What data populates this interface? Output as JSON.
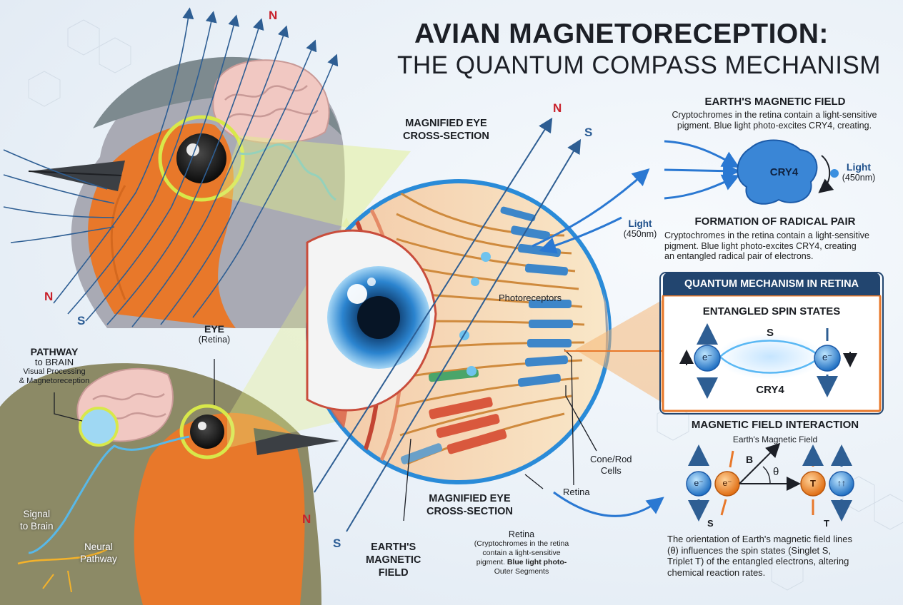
{
  "title": {
    "line1": "AVIAN MAGNETORECEPTION:",
    "line2": "THE QUANTUM COMPASS MECHANISM"
  },
  "axes": {
    "north": "N",
    "south": "S"
  },
  "eye_section": {
    "top_label": "MAGNIFIED EYE\nCROSS-SECTION",
    "bottom_label": "MAGNIFIED EYE\nCROSS-SECTION",
    "photoreceptors": "Photoreceptors",
    "cone_rod": "Cone/Rod\nCells",
    "retina": "Retina",
    "light_title": "Light",
    "light_nm": "(450nm)"
  },
  "bird_labels": {
    "eye_title": "EYE",
    "eye_sub": "(Retina)",
    "pathway_title": "PATHWAY",
    "pathway_to": "to BRAIN",
    "pathway_sub": "Visual Processing\n& Magnetoreception",
    "signal": "Signal\nto Brain",
    "neural": "Neural\nPathway"
  },
  "earth_field_label": "EARTH'S\nMAGNETIC\nFIELD",
  "retina_note": {
    "title": "Retina",
    "text_before": "(Cryptochromes in the retina\ncontain a light-sensitive\npigment. ",
    "text_bold": "Blue light photo-",
    "text_after": "\nOuter Segments"
  },
  "earth_field": {
    "heading": "EARTH'S MAGNETIC FIELD",
    "text": "Cryptochromes in the retina contain a light-sensitive\npigment. Blue light photo-excites CRY4, creating.",
    "molecule": "CRY4",
    "light_title": "Light",
    "light_nm": "(450nm)"
  },
  "radical_pair": {
    "heading": "FORMATION OF RADICAL PAIR",
    "text": "Cryptochromes in the retina contain a light-sensitive\npigment. Blue light photo-excites CRY4, creating\nan entangled radical pair of electrons."
  },
  "quantum_box": {
    "header": "QUANTUM MECHANISM IN RETINA",
    "heading": "ENTANGLED SPIN STATES",
    "singlet": "S",
    "electron": "e⁻",
    "molecule": "CRY4"
  },
  "interaction": {
    "heading": "MAGNETIC FIELD INTERACTION",
    "sub": "Earth's Magnetic Field",
    "b": "B",
    "theta": "θ",
    "electron": "e⁻",
    "triplet": "T",
    "arrows": "↑↑",
    "s_label": "S",
    "t_label": "T",
    "text": "The orientation of Earth's magnetic field lines\n(θ) influences the spin states (Singlet S,\nTriplet T) of the entangled electrons, altering\nchemical reaction rates."
  },
  "colors": {
    "orange": "#e8782a",
    "blue_dark": "#22456f",
    "field_line": "#2e5e93",
    "north_red": "#c8202a",
    "yellow_ring": "#d8e84a",
    "cry4_blue": "#3a86d6"
  }
}
